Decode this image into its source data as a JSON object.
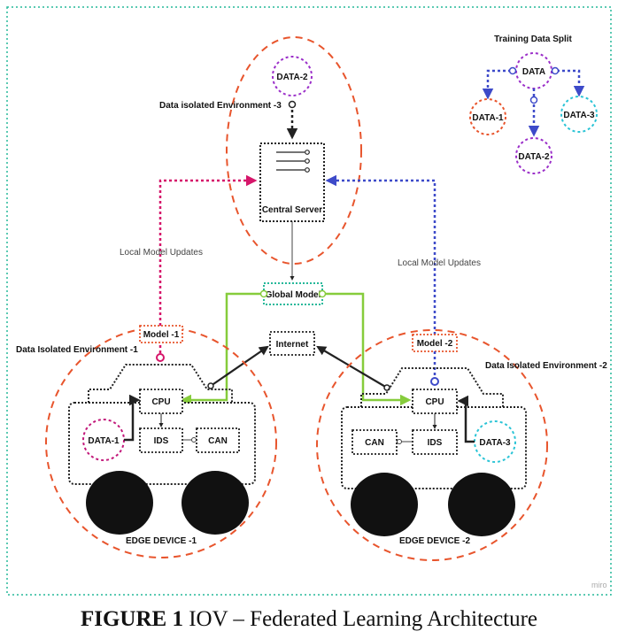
{
  "diagram": {
    "env3_title": "Data isolated Environment -3",
    "env1_title": "Data Isolated Environment -1",
    "env2_title": "Data Isolated Environment -2",
    "central_server": "Central Server",
    "global_model": "Global Model",
    "internet": "Internet",
    "local_updates_left": "Local Model Updates",
    "local_updates_right": "Local Model Updates",
    "model1": "Model -1",
    "model2": "Model -2",
    "data1": "DATA-1",
    "data2": "DATA-2",
    "data3": "DATA-3",
    "cpu": "CPU",
    "ids": "IDS",
    "can": "CAN",
    "edge1": "EDGE DEVICE -1",
    "edge2": "EDGE DEVICE -2",
    "split_title": "Training Data Split",
    "split_root": "DATA",
    "split_data1": "DATA-1",
    "split_data2": "DATA-2",
    "split_data3": "DATA-3",
    "watermark": "miro"
  },
  "caption": {
    "figure_number": "FIGURE 1",
    "title": "IOV – Federated Learning Architecture"
  },
  "colors": {
    "frame": "#26b89a",
    "env_ring": "#e8552d",
    "data2_purple": "#9b2fc9",
    "data1_magenta": "#c2187a",
    "data3_cyan": "#2bc4d6",
    "update_left": "#d6156a",
    "update_right": "#3d4ac9",
    "global_model_green": "#86cc3c",
    "global_model_box": "#26b89a",
    "split_arrow": "#3d4ac9",
    "wheels": "#111111"
  }
}
